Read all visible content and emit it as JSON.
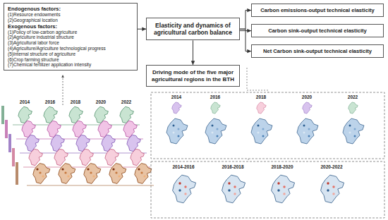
{
  "diagram": {
    "nodes": [
      {
        "text": [
          "Endogenous factors:",
          "(1)Resource endowments",
          "(2)Geographical location",
          "Exogenous factors:",
          "(1)Policy of low-carbon agriculture",
          "(2)Agriculture industrial structure",
          "(3)Agricultural labor force",
          "(4)Agriculture/Agriculture technological progress",
          "(5)Internal structure of agriculture",
          "(6)Crop farming structure",
          "(7)Chemical fertilizer application intensity"
        ]
      },
      {
        "text": [
          "Elasticity and dynamics of agricultural carbon balance"
        ]
      },
      {
        "text": [
          "Driving mode of the five major agricultural regions in the BTH"
        ]
      },
      {
        "text": [
          "Carbon emissions-output technical elasticity"
        ]
      },
      {
        "text": [
          "Carbon sink-output technical elasticity"
        ]
      },
      {
        "text": [
          "Net Carbon sink-output technical elasticity"
        ]
      }
    ],
    "edges": [
      {
        "from": 0,
        "to": 1,
        "arrow": "to"
      },
      {
        "from": 1,
        "to": 2,
        "arrow": "to"
      },
      {
        "from": 1,
        "to": 3,
        "arrow": "to"
      },
      {
        "from": 1,
        "to": 4,
        "arrow": "to"
      },
      {
        "from": 1,
        "to": 5,
        "arrow": "to"
      }
    ],
    "labels": [
      "2014",
      "2016",
      "2018",
      "2020",
      "2022",
      "2014",
      "2016",
      "2018",
      "2020",
      "2022",
      "2014-2016",
      "2016-2018",
      "2018-2020",
      "2020-2022"
    ]
  }
}
